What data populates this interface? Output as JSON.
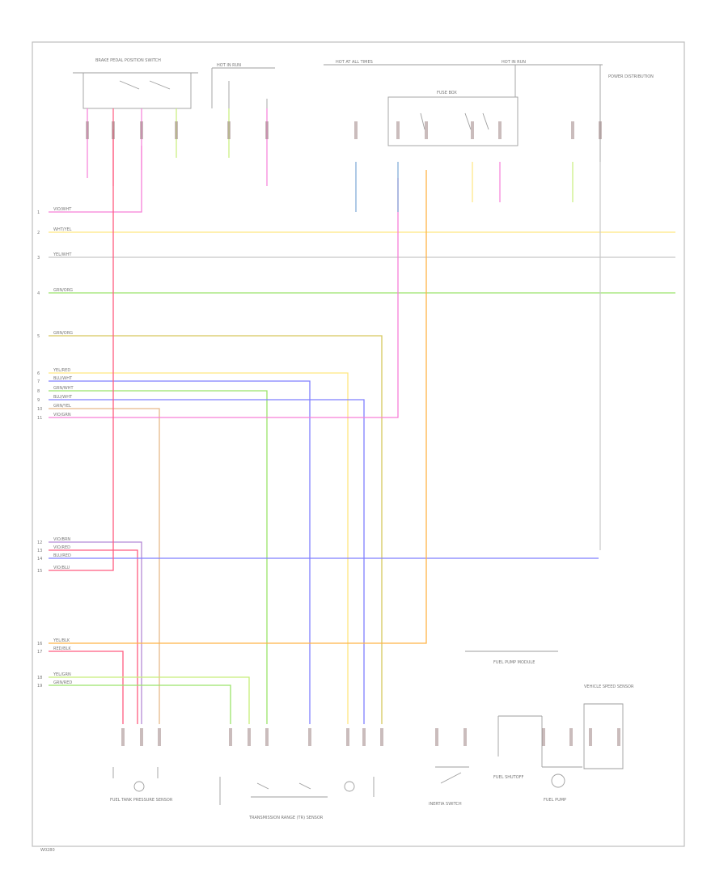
{
  "page": {
    "footer_code": "W0280"
  },
  "colors": {
    "pink": "#f77fd8",
    "red": "#ff5c80",
    "yellow": "#ffe680",
    "orange": "#ffb347",
    "green": "#9be36b",
    "lightgreen": "#c7ee7a",
    "blue": "#7f7fff",
    "steelblue": "#7aa7d6",
    "olive": "#d6c85e",
    "tan": "#e6b98a",
    "grey": "#c8c8c8",
    "violet": "#b58ad6",
    "connector": "#8a6a6a"
  },
  "components": {
    "brake_switch": "BRAKE PEDAL POSITION SWITCH",
    "hot_run_1": "HOT IN RUN",
    "hot_run_2": "HOT IN RUN",
    "hot_at_all_times": "HOT AT ALL TIMES",
    "fuse_box": "FUSE BOX",
    "power_distribution": "POWER DISTRIBUTION",
    "fuel_tank_sensor": "FUEL TANK PRESSURE SENSOR",
    "tr_sensor": "TRANSMISSION RANGE (TR) SENSOR",
    "fuel_pump": "FUEL PUMP",
    "inertia_switch": "INERTIA SWITCH",
    "fuel_pump_module": "FUEL PUMP MODULE",
    "vss": "VEHICLE SPEED SENSOR",
    "fuel_shutoff": "FUEL SHUTOFF"
  },
  "wires": [
    {
      "id": "1",
      "label": "VIO/WHT",
      "color": "pink"
    },
    {
      "id": "2",
      "label": "WHT/YEL",
      "color": "yellow"
    },
    {
      "id": "3",
      "label": "YEL/WHT",
      "color": "grey"
    },
    {
      "id": "4",
      "label": "GRN/ORG",
      "color": "green"
    },
    {
      "id": "5",
      "label": "GRN/ORG",
      "color": "olive"
    },
    {
      "id": "6",
      "label": "YEL/RED",
      "color": "yellow"
    },
    {
      "id": "7",
      "label": "BLU/WHT",
      "color": "blue"
    },
    {
      "id": "8",
      "label": "GRN/WHT",
      "color": "green"
    },
    {
      "id": "9",
      "label": "BLU/WHT",
      "color": "blue"
    },
    {
      "id": "10",
      "label": "GRN/YEL",
      "color": "tan"
    },
    {
      "id": "11",
      "label": "VIO/GRN",
      "color": "pink"
    },
    {
      "id": "12",
      "label": "VIO/BRN",
      "color": "violet"
    },
    {
      "id": "13",
      "label": "VIO/RED",
      "color": "red"
    },
    {
      "id": "14",
      "label": "BLU/RED",
      "color": "blue"
    },
    {
      "id": "15",
      "label": "VIO/BLU",
      "color": "red"
    },
    {
      "id": "16",
      "label": "YEL/BLK",
      "color": "orange"
    },
    {
      "id": "17",
      "label": "RED/BLK",
      "color": "red"
    },
    {
      "id": "18",
      "label": "YEL/GRN",
      "color": "lightgreen"
    },
    {
      "id": "19",
      "label": "GRN/RED",
      "color": "green"
    }
  ]
}
